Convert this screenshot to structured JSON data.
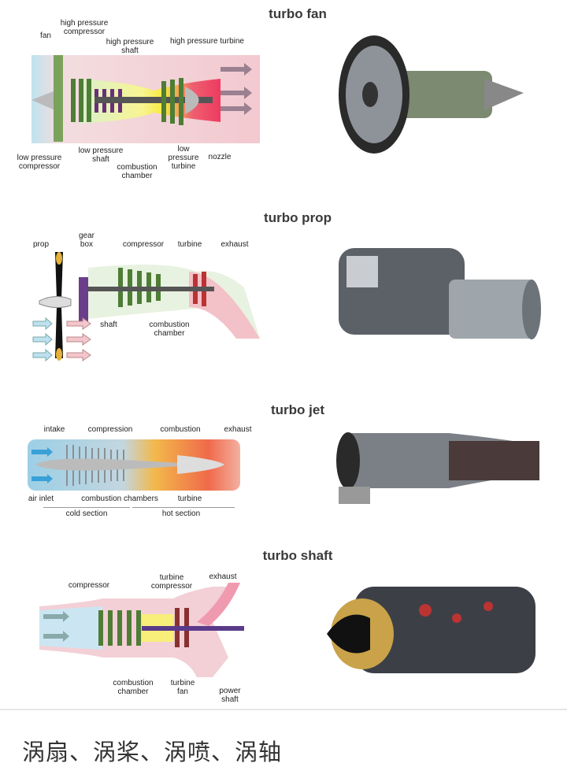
{
  "sections": {
    "turbofan": {
      "title": "turbo fan",
      "labels": [
        "fan",
        "high pressure\ncompressor",
        "high pressure\nshaft",
        "high pressure turbine",
        "low pressure\ncompressor",
        "low pressure\nshaft",
        "combustion\nchamber",
        "low\npressure\nturbine",
        "nozzle"
      ]
    },
    "turboprop": {
      "title": "turbo prop",
      "labels": [
        "prop",
        "gear\nbox",
        "compressor",
        "turbine",
        "exhaust",
        "shaft",
        "combustion\nchamber"
      ]
    },
    "turbojet": {
      "title": "turbo jet",
      "labels": [
        "intake",
        "compression",
        "combustion",
        "exhaust",
        "air inlet",
        "combustion chambers",
        "turbine",
        "cold section",
        "hot section"
      ]
    },
    "turboshaft": {
      "title": "turbo shaft",
      "labels": [
        "compressor",
        "turbine\ncompressor",
        "exhaust",
        "combustion\nchamber",
        "turbine\nfan",
        "power\nshaft"
      ]
    }
  },
  "caption": "涡扇、涡桨、涡喷、涡轴"
}
